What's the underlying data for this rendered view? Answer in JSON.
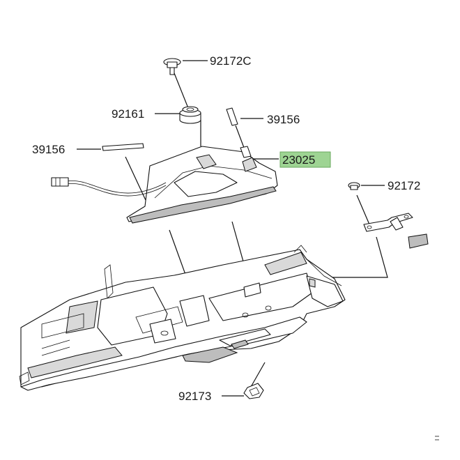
{
  "highlight_color": "#9ed493",
  "labels": {
    "p92172C": "92172C",
    "p92161": "92161",
    "p39156_right": "39156",
    "p39156_left": "39156",
    "p23025": "23025",
    "p92172": "92172",
    "p92173": "92173"
  }
}
